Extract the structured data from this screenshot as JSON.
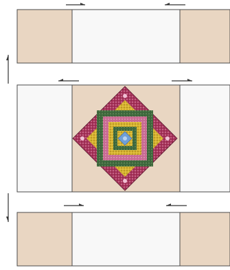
{
  "diagram": {
    "type": "quilt-row-assembly",
    "rows": [
      {
        "name": "top-row",
        "panels": [
          "tan",
          "light",
          "tan"
        ],
        "seam_arrows": [
          "right",
          "left"
        ]
      },
      {
        "name": "middle-row",
        "panels": [
          "light",
          "tan-with-medallion",
          "light"
        ],
        "seam_arrows": [
          "left",
          "right"
        ]
      },
      {
        "name": "bottom-row",
        "panels": [
          "tan",
          "light",
          "tan"
        ],
        "seam_arrows": [
          "right",
          "left"
        ]
      }
    ],
    "row_joining_arrows": [
      "up",
      "down"
    ],
    "colors": {
      "tan": "#e9d6c2",
      "light": "#f8f8f8",
      "outline": "#4a4a4a",
      "arrow": "#333333",
      "medallion_red": "#a8325a",
      "medallion_green": "#3f6a3e",
      "medallion_gold": "#d9b52f",
      "medallion_center": "#6f9fd8"
    }
  }
}
